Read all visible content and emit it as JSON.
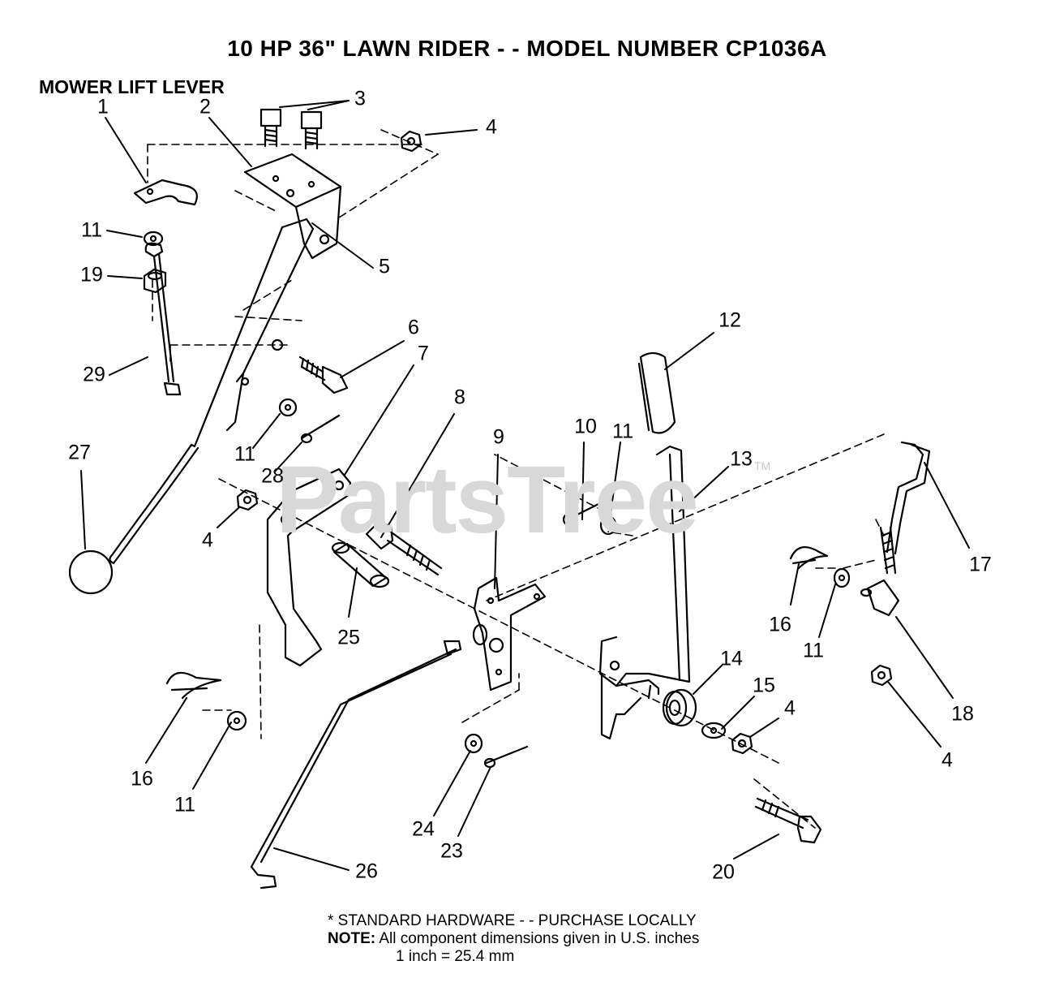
{
  "title": "10 HP 36\" LAWN RIDER - - MODEL NUMBER CP1036A",
  "section_title": "MOWER LIFT LEVER",
  "watermark": "PartsTree",
  "watermark_tm": "TM",
  "callouts": [
    "1",
    "2",
    "3",
    "4",
    "4",
    "4",
    "4",
    "5",
    "6",
    "7",
    "8",
    "9",
    "10",
    "11",
    "11",
    "11",
    "11",
    "11",
    "12",
    "13",
    "14",
    "15",
    "16",
    "16",
    "17",
    "18",
    "19",
    "20",
    "23",
    "24",
    "25",
    "26",
    "27",
    "28",
    "29"
  ],
  "footer": {
    "line1": "* STANDARD HARDWARE - - PURCHASE LOCALLY",
    "note_label": "NOTE:",
    "note_text": "All component dimensions given in U.S. inches",
    "note_text2": "1 inch = 25.4 mm"
  }
}
